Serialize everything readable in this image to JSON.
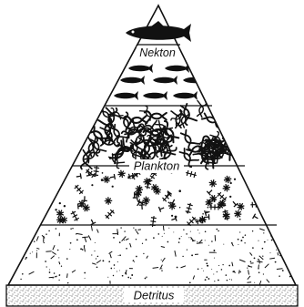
{
  "diagram": {
    "title": "",
    "labels": {
      "nekton": "Nekton",
      "plankton": "Plankton",
      "detritus": "Detritus"
    },
    "colors": {
      "ink": "#111111",
      "background": "#ffffff"
    },
    "tiers": [
      {
        "name": "top-fish-tier",
        "content": "single large fish"
      },
      {
        "name": "nekton-fish-tier",
        "content": "small fish rows"
      },
      {
        "name": "zooplankton-tier",
        "content": "copepod-like organisms"
      },
      {
        "name": "phytoplankton-tier",
        "content": "star and branched phytoplankton"
      },
      {
        "name": "bacteria-tier",
        "content": "fine speckles and short rods"
      },
      {
        "name": "detritus-tier",
        "content": "dense stipple"
      }
    ]
  }
}
